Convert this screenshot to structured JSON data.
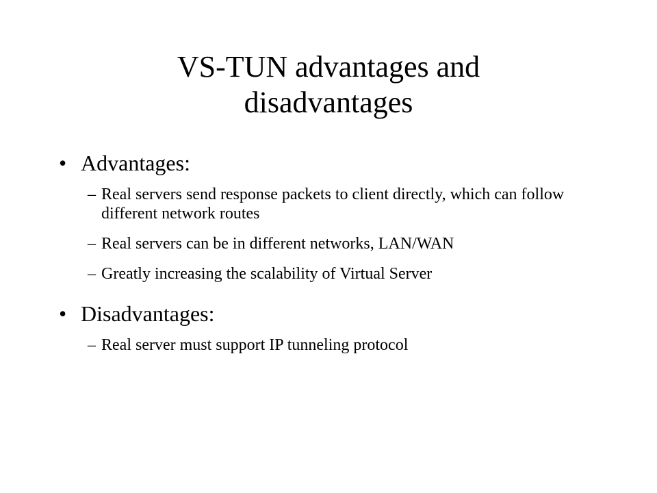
{
  "slide": {
    "title_lines": [
      "VS-TUN advantages and",
      "disadvantages"
    ],
    "bullet_glyph": "•",
    "dash_glyph": "–",
    "sections": [
      {
        "heading": "Advantages:",
        "items": [
          "Real servers send response packets to client directly, which can follow different network routes",
          "Real servers can be in different networks, LAN/WAN",
          "Greatly increasing the scalability of Virtual Server"
        ]
      },
      {
        "heading": "Disadvantages:",
        "items": [
          "Real server must support IP tunneling protocol"
        ]
      }
    ]
  }
}
